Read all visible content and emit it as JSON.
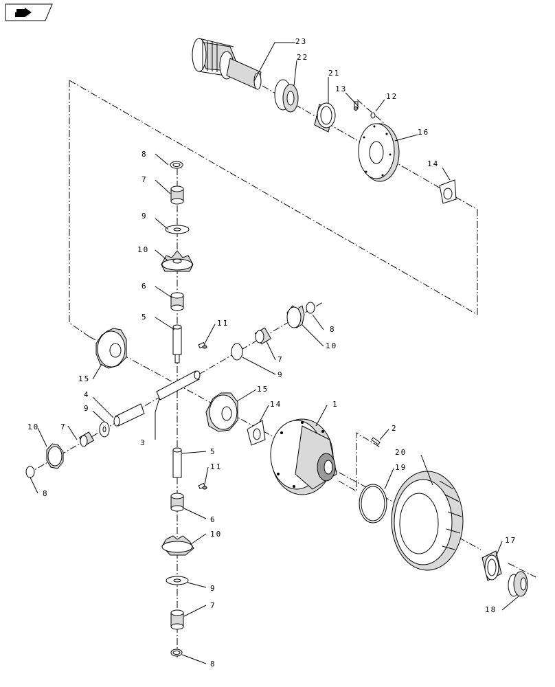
{
  "nav_icon": "page-navigation-icon",
  "callouts": {
    "c23": "23",
    "c22": "22",
    "c21": "21",
    "c13": "13",
    "c12": "12",
    "c16": "16",
    "c14a": "14",
    "c8a": "8",
    "c7a": "7",
    "c9a": "9",
    "c10a": "10",
    "c6a": "6",
    "c5a": "5",
    "c11a": "11",
    "c8b": "8",
    "c10b": "10",
    "c7b": "7",
    "c9b": "9",
    "c15a": "15",
    "c4": "4",
    "c9c": "9",
    "c15b": "15",
    "c14b": "14",
    "c1": "1",
    "c2": "2",
    "c10c": "10",
    "c7c": "7",
    "c3": "3",
    "c5b": "5",
    "c11b": "11",
    "c20": "20",
    "c19": "19",
    "c8c": "8",
    "c6b": "6",
    "c10d": "10",
    "c17": "17",
    "c9d": "9",
    "c18": "18",
    "c7d": "7",
    "c8d": "8"
  }
}
